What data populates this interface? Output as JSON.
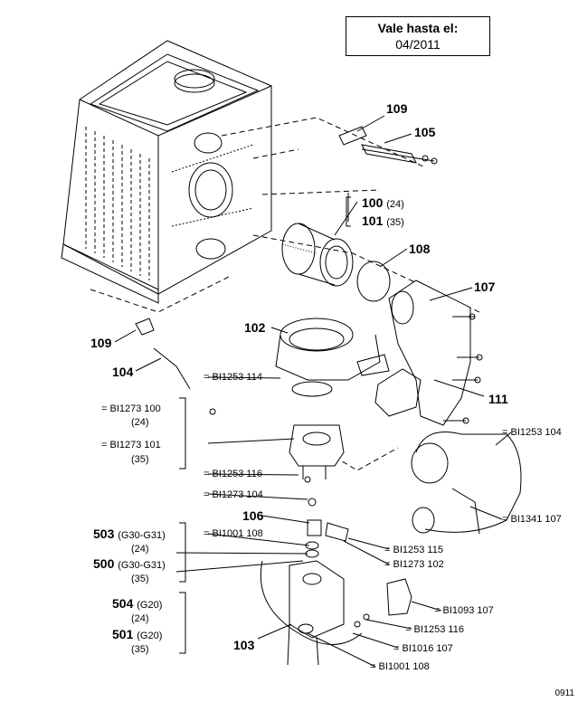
{
  "validity": {
    "title": "Vale hasta el:",
    "date": "04/2011"
  },
  "parts": [
    {
      "name": "part-109-top",
      "text": "109"
    },
    {
      "name": "part-105",
      "text": "105"
    },
    {
      "name": "part-100",
      "text": "100"
    },
    {
      "name": "part-101",
      "text": "101"
    },
    {
      "name": "part-108",
      "text": "108"
    },
    {
      "name": "part-107",
      "text": "107"
    },
    {
      "name": "part-102",
      "text": "102"
    },
    {
      "name": "part-111",
      "text": "111"
    },
    {
      "name": "part-109-left",
      "text": "109"
    },
    {
      "name": "part-104",
      "text": "104"
    },
    {
      "name": "part-106",
      "text": "106"
    },
    {
      "name": "part-503",
      "text": "503"
    },
    {
      "name": "part-500",
      "text": "500"
    },
    {
      "name": "part-504",
      "text": "504"
    },
    {
      "name": "part-501",
      "text": "501"
    },
    {
      "name": "part-103",
      "text": "103"
    }
  ],
  "part_subs": {
    "p100": "(24)",
    "p101": "(35)",
    "p503": "(G30-G31)",
    "p503b": "(24)",
    "p500": "(G30-G31)",
    "p500b": "(35)",
    "p504": "(G20)",
    "p504b": "(24)",
    "p501": "(G20)",
    "p501b": "(35)"
  },
  "references": {
    "r1": "= BI1253 114",
    "r2": "= BI1273 100",
    "r2b": "(24)",
    "r3": "= BI1273 101",
    "r3b": "(35)",
    "r4": "= BI1253 116",
    "r5": "= BI1273 104",
    "r6": "= BI1001 108",
    "r7": "= BI1253 104",
    "r8": "= BI1341 107",
    "r9": "= BI1253 115",
    "r10": "= BI1273 102",
    "r11": "= BI1093 107",
    "r12": "= BI1253 116",
    "r13": "= BI1016 107",
    "r14": "= BI1001 108"
  },
  "figure_code": "0911"
}
